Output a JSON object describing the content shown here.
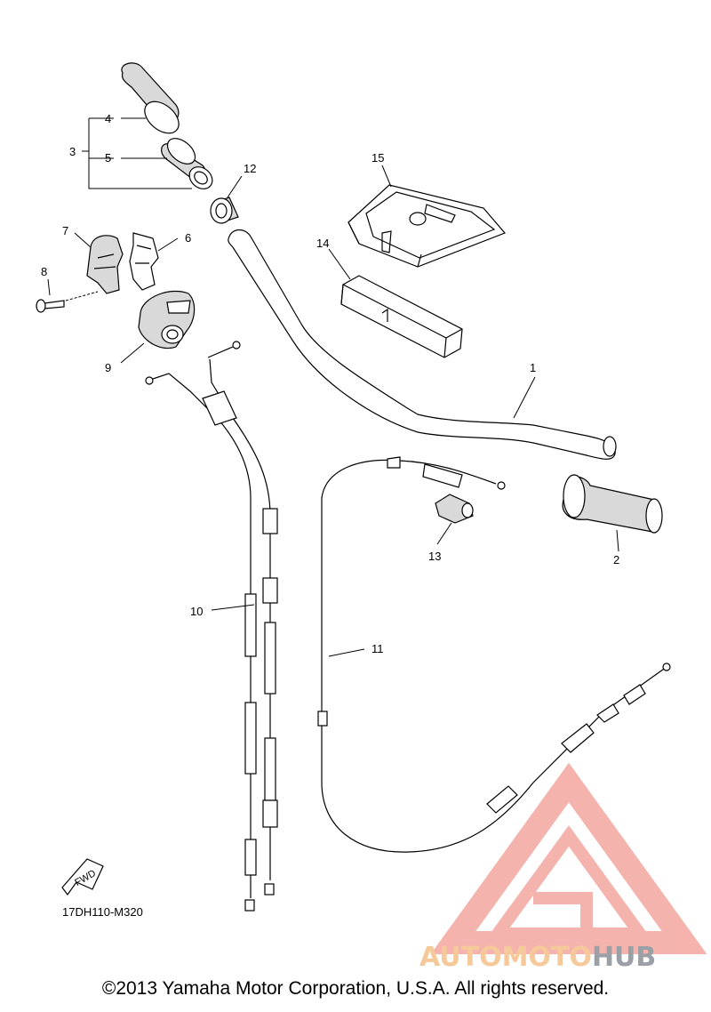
{
  "diagram": {
    "code": "17DH110-M320",
    "fwd_label": "FWD",
    "copyright": "©2013 Yamaha Motor Corporation, U.S.A. All rights reserved.",
    "parts": [
      {
        "ref": "1",
        "label": "1"
      },
      {
        "ref": "2",
        "label": "2"
      },
      {
        "ref": "3",
        "label": "3"
      },
      {
        "ref": "4",
        "label": "4"
      },
      {
        "ref": "5",
        "label": "5"
      },
      {
        "ref": "6",
        "label": "6"
      },
      {
        "ref": "7",
        "label": "7"
      },
      {
        "ref": "8",
        "label": "8"
      },
      {
        "ref": "9",
        "label": "9"
      },
      {
        "ref": "10",
        "label": "10"
      },
      {
        "ref": "11",
        "label": "11"
      },
      {
        "ref": "12",
        "label": "12"
      },
      {
        "ref": "13",
        "label": "13"
      },
      {
        "ref": "14",
        "label": "14"
      },
      {
        "ref": "15",
        "label": "15"
      }
    ]
  },
  "watermark": {
    "text_part1": "AUTOMOTO",
    "text_part2": "HUB",
    "color_primary": "#f4a6a0",
    "color_secondary": "#f6c99a",
    "color_tertiary": "#9aa0a6"
  }
}
